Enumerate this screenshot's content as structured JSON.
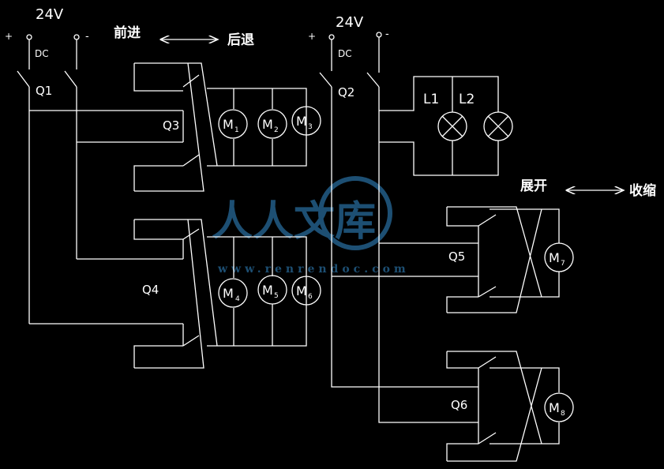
{
  "left_supply": {
    "voltage": "24V",
    "type": "DC",
    "plus": "+",
    "minus": "-",
    "switch": "Q1"
  },
  "right_supply": {
    "voltage": "24V",
    "type": "DC",
    "plus": "+",
    "minus": "-",
    "switch": "Q2"
  },
  "direction_labels": {
    "forward": "前进",
    "backward": "后退",
    "expand": "展开",
    "retract": "收缩"
  },
  "switches": {
    "q3": "Q3",
    "q4": "Q4",
    "q5": "Q5",
    "q6": "Q6"
  },
  "motors": [
    {
      "letter": "M",
      "sub": "1"
    },
    {
      "letter": "M",
      "sub": "2"
    },
    {
      "letter": "M",
      "sub": "3"
    },
    {
      "letter": "M",
      "sub": "4"
    },
    {
      "letter": "M",
      "sub": "5"
    },
    {
      "letter": "M",
      "sub": "6"
    },
    {
      "letter": "M",
      "sub": "7"
    },
    {
      "letter": "M",
      "sub": "8"
    }
  ],
  "lamps": {
    "l1": "L1",
    "l2": "L2"
  },
  "watermark": {
    "text": "人人文库",
    "url": "www.renrendoc.com"
  },
  "colors": {
    "background": "#000000",
    "line": "#ffffff",
    "watermark": "#1d4f73"
  }
}
